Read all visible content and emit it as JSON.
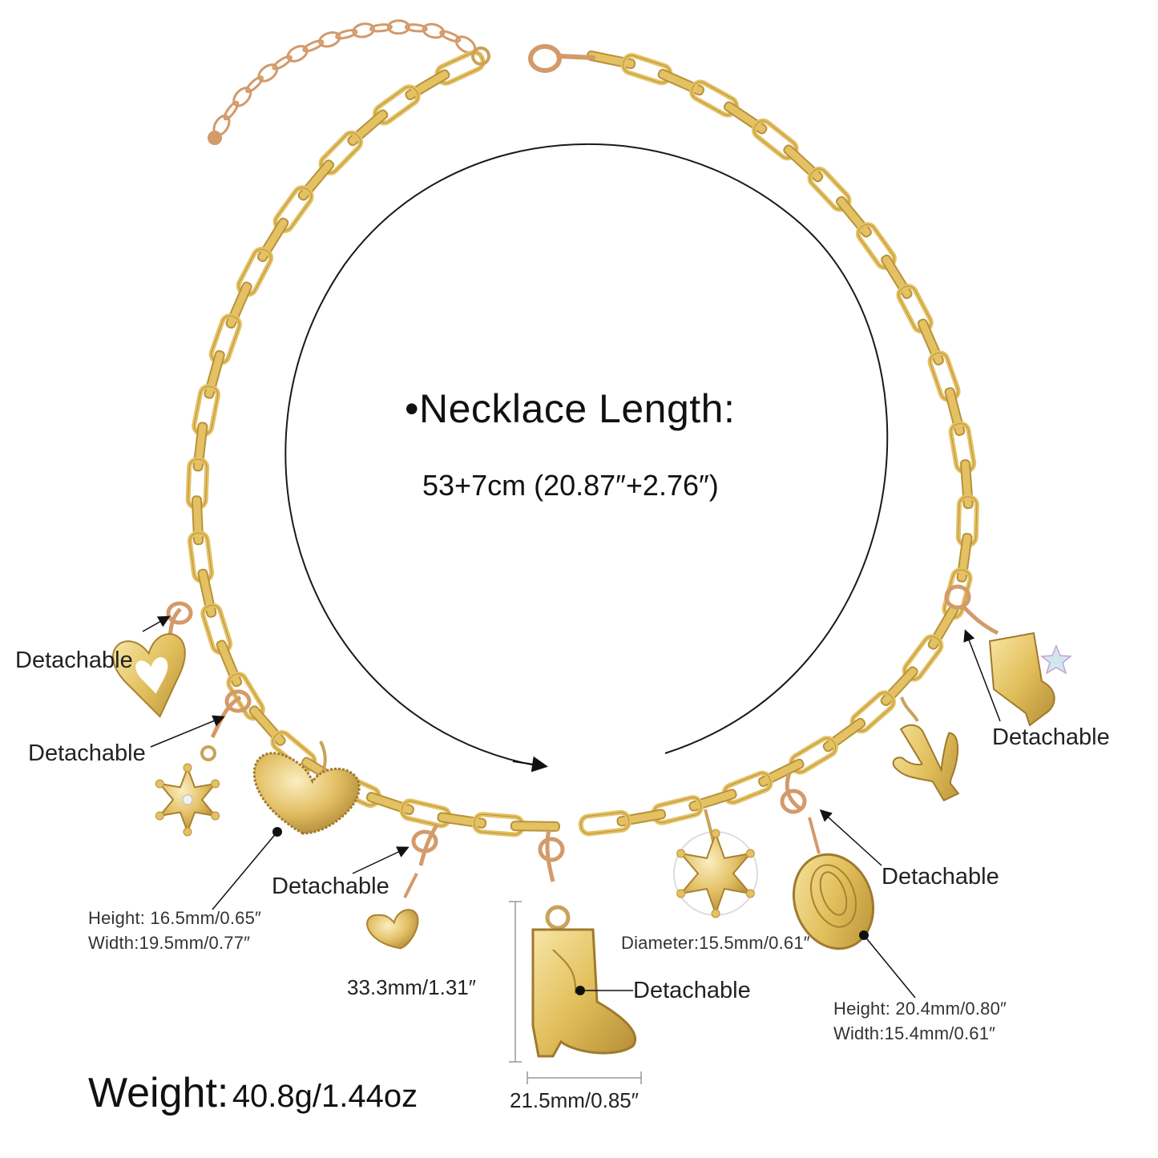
{
  "colors": {
    "gold": "#e4c163",
    "gold_light": "#f6e3a2",
    "gold_dark": "#b8923a",
    "rose_gold": "#d39a6a",
    "text": "#1a1a1a"
  },
  "heading": {
    "bullet": "•",
    "title": "Necklace Length:",
    "length": "53+7cm (20.87″+2.76″)"
  },
  "labels": {
    "detachable": "Detachable"
  },
  "charms": {
    "heart_dims": [
      "Height: 16.5mm/0.65″",
      "Width:19.5mm/0.77″"
    ],
    "boot_height": "33.3mm/1.31″",
    "boot_width": "21.5mm/0.85″",
    "star_diameter": "Diameter:15.5mm/0.61″",
    "hat_dims": [
      "Height: 20.4mm/0.80″",
      "Width:15.4mm/0.61″"
    ]
  },
  "weight": {
    "label": "Weight:",
    "value": "40.8g/1.44oz"
  },
  "icons": [
    "chain-link-icon",
    "heart-charm-icon",
    "sheriff-star-icon",
    "cowboy-boot-icon",
    "cowboy-hat-icon",
    "cactus-icon",
    "lobster-clasp-icon",
    "arrow-icon"
  ]
}
